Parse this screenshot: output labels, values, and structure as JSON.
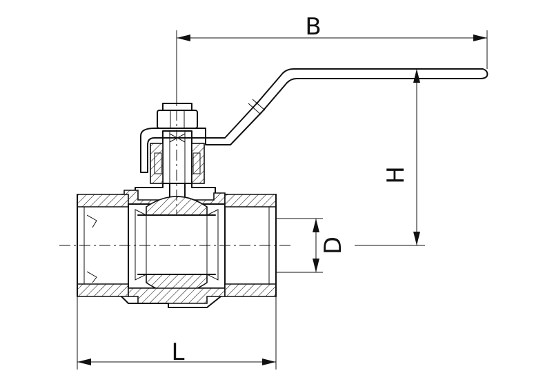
{
  "drawing": {
    "subject": "ball-valve",
    "dimensions": {
      "B": "B",
      "H": "H",
      "D": "D",
      "L": "L"
    }
  }
}
